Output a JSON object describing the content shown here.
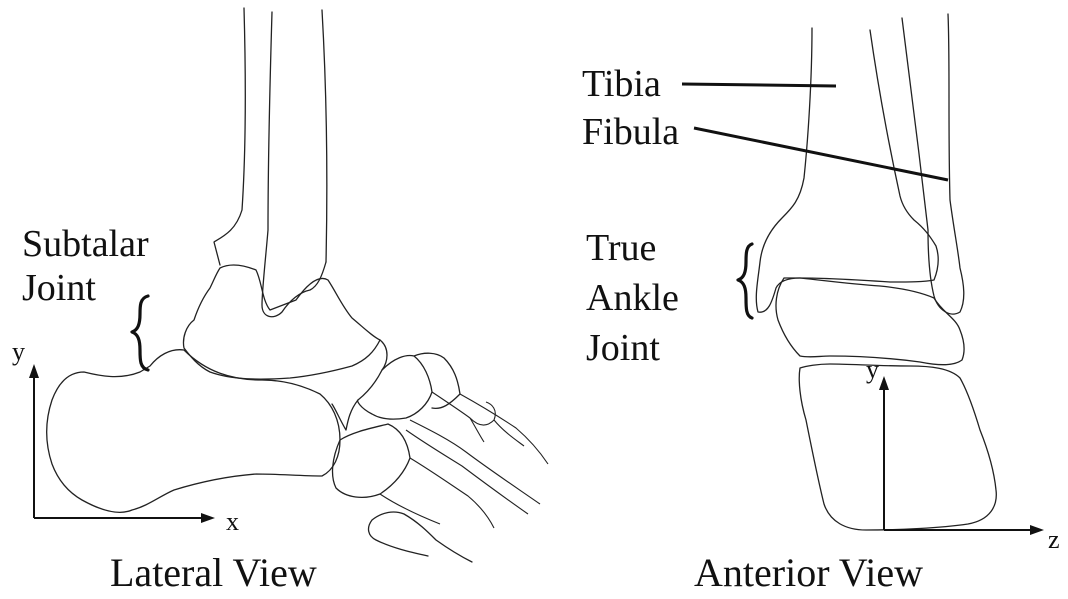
{
  "lateral_view": {
    "caption": "Lateral View",
    "label_subtalar_line1": "Subtalar",
    "label_subtalar_line2": "Joint",
    "axis_y": "y",
    "axis_x": "x"
  },
  "anterior_view": {
    "caption": "Anterior View",
    "label_tibia": "Tibia",
    "label_fibula": "Fibula",
    "label_ankle_line1": "True",
    "label_ankle_line2": "Ankle",
    "label_ankle_line3": "Joint",
    "axis_y": "y",
    "axis_z": "z"
  }
}
